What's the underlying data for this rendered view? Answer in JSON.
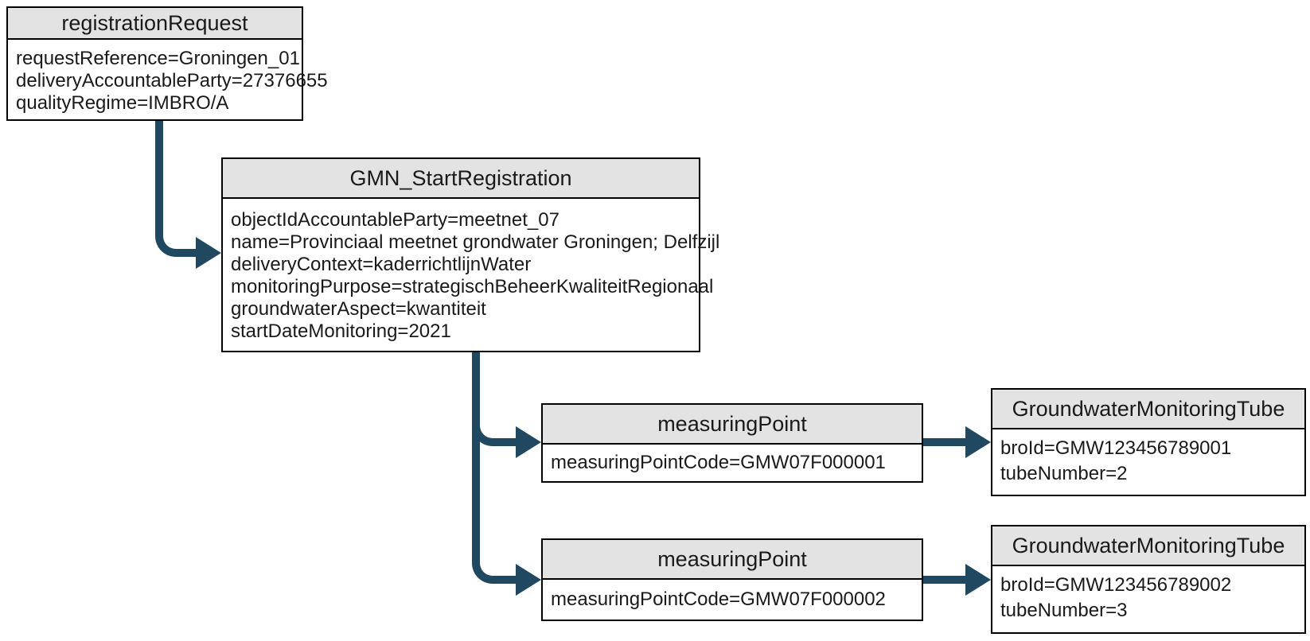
{
  "colors": {
    "arrow": "#204860",
    "box_border": "#000000",
    "header_fill": "#e3e3e3",
    "body_fill": "#ffffff",
    "text": "#1a1a1a",
    "background": "#ffffff"
  },
  "diagram": {
    "registration_request": {
      "title": "registrationRequest",
      "attributes": [
        "requestReference=Groningen_01",
        "deliveryAccountableParty=27376655",
        "qualityRegime=IMBRO/A"
      ]
    },
    "gmn_start_registration": {
      "title": "GMN_StartRegistration",
      "attributes": [
        "objectIdAccountableParty=meetnet_07",
        "name=Provinciaal meetnet grondwater Groningen; Delfzijl",
        "deliveryContext=kaderrichtlijnWater",
        "monitoringPurpose=strategischBeheerKwaliteitRegionaal",
        "groundwaterAspect=kwantiteit",
        "startDateMonitoring=2021"
      ]
    },
    "measuring_point_1": {
      "title": "measuringPoint",
      "attributes": [
        "measuringPointCode=GMW07F000001"
      ]
    },
    "monitoring_tube_1": {
      "title": "GroundwaterMonitoringTube",
      "attributes": [
        "broId=GMW123456789001",
        "tubeNumber=2"
      ]
    },
    "measuring_point_2": {
      "title": "measuringPoint",
      "attributes": [
        "measuringPointCode=GMW07F000002"
      ]
    },
    "monitoring_tube_2": {
      "title": "GroundwaterMonitoringTube",
      "attributes": [
        "broId=GMW123456789002",
        "tubeNumber=3"
      ]
    }
  }
}
